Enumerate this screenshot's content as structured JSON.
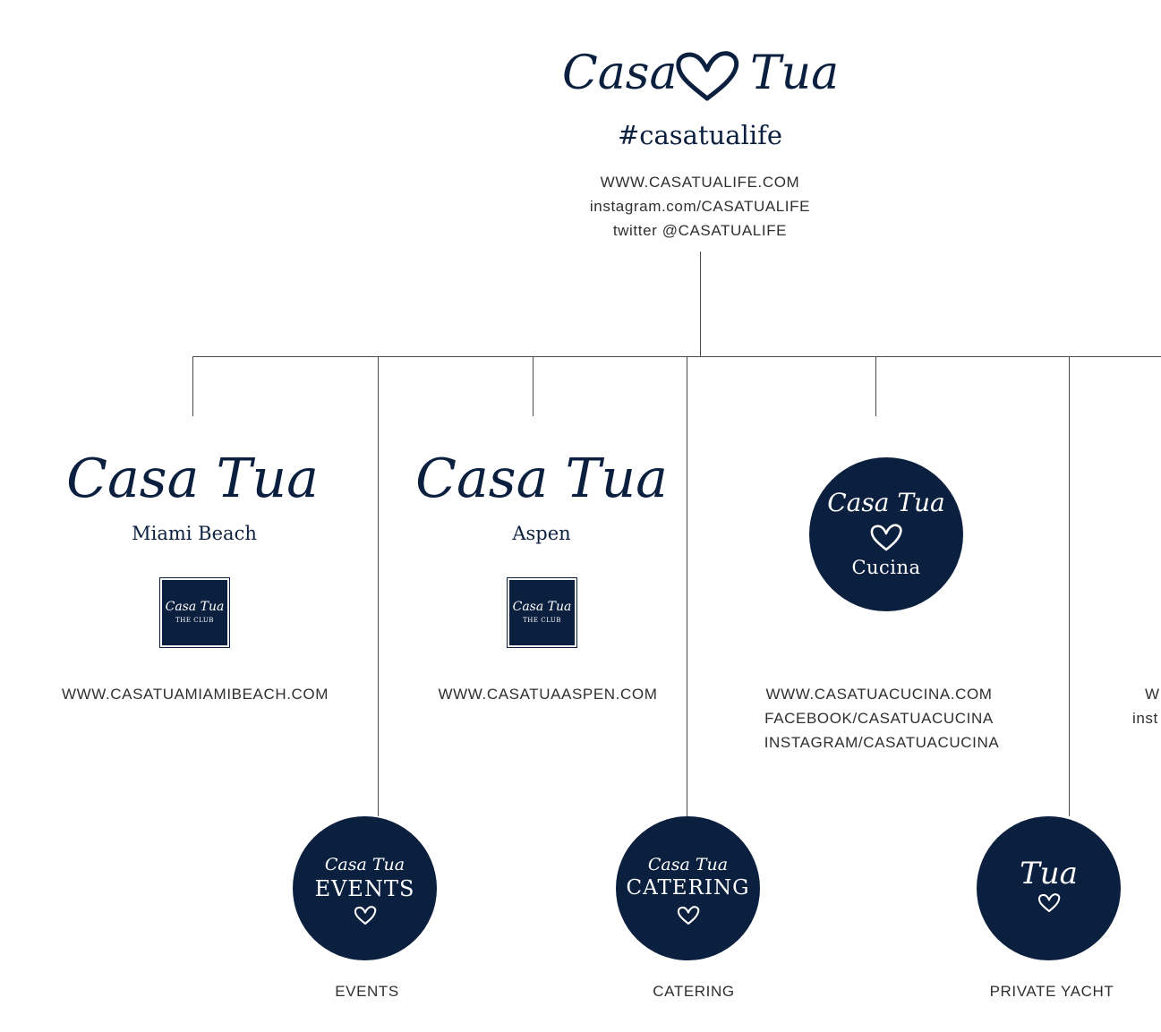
{
  "header": {
    "logo_left": "Casa",
    "logo_right": "Tua",
    "hashtag": "#casatualife",
    "links": [
      "WWW.CASATUALIFE.COM",
      "instagram.com/CASATUALIFE",
      "twitter @CASATUALIFE"
    ]
  },
  "miami": {
    "logo": "Casa Tua",
    "location": "Miami Beach",
    "club_logo": "Casa Tua",
    "club_sub": "THE CLUB",
    "url": "WWW.CASATUAMIAMIBEACH.COM"
  },
  "aspen": {
    "logo": "Casa Tua",
    "location": "Aspen",
    "club_logo": "Casa Tua",
    "club_sub": "THE CLUB",
    "url": "WWW.CASATUAASPEN.COM"
  },
  "cucina": {
    "logo": "Casa Tua",
    "name": "Cucina",
    "links": [
      "WWW.CASATUACUCINA.COM",
      "FACEBOOK/CASATUACUCINA",
      "INSTAGRAM/CASATUACUCINA"
    ]
  },
  "cutoff": {
    "line1": "W",
    "line2": "inst"
  },
  "events": {
    "logo": "Casa Tua",
    "name": "EVENTS",
    "label": "EVENTS"
  },
  "catering": {
    "logo": "Casa Tua",
    "name": "CATERING",
    "label": "CATERING"
  },
  "yacht": {
    "logo": "Tua",
    "label": "PRIVATE YACHT"
  },
  "colors": {
    "navy": "#0b1f3f",
    "line": "#4a4a4a",
    "text": "#2f2f2f"
  },
  "icons": [
    "heart-icon"
  ]
}
